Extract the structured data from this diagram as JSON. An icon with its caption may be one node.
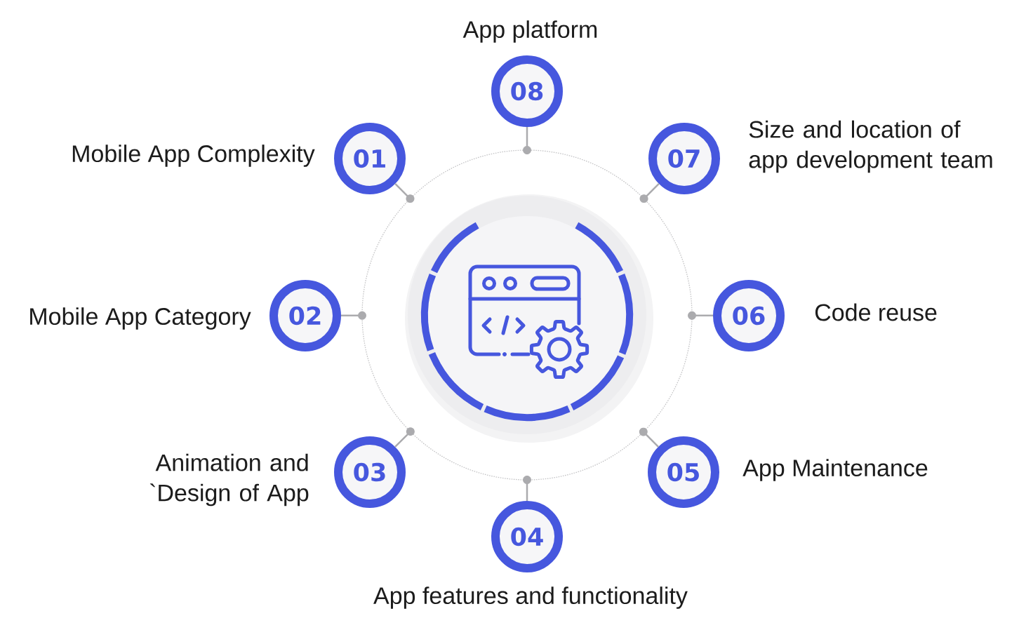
{
  "diagram": {
    "nodes": [
      {
        "text": [],
        "shape": "circle"
      },
      {
        "text": [],
        "shape": "picture",
        "in": 0
      },
      {
        "text": [
          "01"
        ],
        "beside": [
          "Mobile App Complexity"
        ]
      },
      {
        "text": [
          "02"
        ],
        "beside": [
          "Mobile App Category"
        ]
      },
      {
        "text": [
          "03"
        ],
        "beside": [
          "Animation and `Design of App"
        ]
      },
      {
        "text": [
          "04"
        ],
        "beside": [
          "App features and functionality"
        ]
      },
      {
        "text": [
          "05"
        ],
        "beside": [
          "App Maintenance"
        ]
      },
      {
        "text": [
          "06"
        ],
        "beside": [
          "Code reuse"
        ]
      },
      {
        "text": [
          "07"
        ],
        "beside": [
          "Size and location of app development team"
        ]
      },
      {
        "text": [
          "08"
        ],
        "beside": [
          "App platform"
        ]
      }
    ],
    "edges": [
      {
        "from": 2,
        "to": 0,
        "arrow": "other"
      },
      {
        "from": 3,
        "to": 0,
        "arrow": "other"
      },
      {
        "from": 4,
        "to": 0,
        "arrow": "other"
      },
      {
        "from": 5,
        "to": 0,
        "arrow": "other"
      },
      {
        "from": 6,
        "to": 0,
        "arrow": "other"
      },
      {
        "from": 7,
        "to": 0,
        "arrow": "other"
      },
      {
        "from": 8,
        "to": 0,
        "arrow": "other"
      },
      {
        "from": 9,
        "to": 0,
        "arrow": "other"
      }
    ]
  }
}
